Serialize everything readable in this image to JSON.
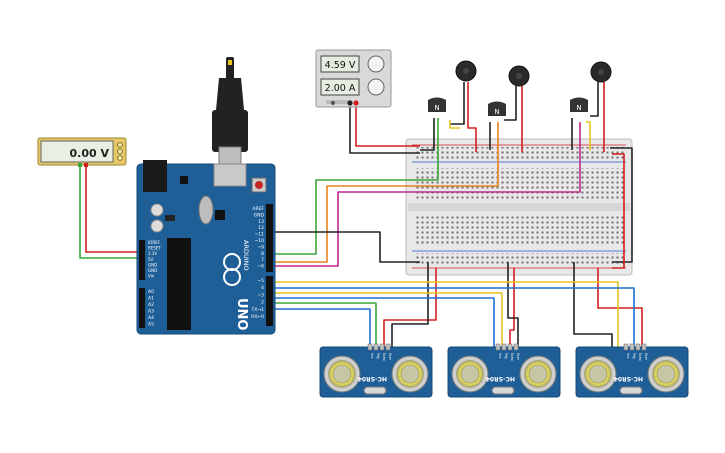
{
  "voltmeter": {
    "reading": "0.00 V"
  },
  "power_supply": {
    "voltage": "4.59 V",
    "current": "2.00 A"
  },
  "arduino": {
    "brand": "ARDUINO",
    "model": "UNO",
    "power_pins": [
      "IOREF",
      "RESET",
      "3.3V",
      "5V",
      "GND",
      "GND",
      "Vin"
    ],
    "analog_pins": [
      "A0",
      "A1",
      "A2",
      "A3",
      "A4",
      "A5"
    ],
    "digital_pins": [
      "AREF",
      "GND",
      "13",
      "12",
      "~11",
      "~10",
      "~9",
      "8",
      "7",
      "~6",
      "~5",
      "4",
      "~3",
      "2",
      "TX→1",
      "RX←0"
    ]
  },
  "transistors": [
    {
      "label": "N"
    },
    {
      "label": "N"
    },
    {
      "label": "N"
    }
  ],
  "sensors": [
    {
      "label": "HC-SR04",
      "pins": [
        "Vcc",
        "Trig",
        "Echo",
        "Gnd"
      ]
    },
    {
      "label": "HC-SR04",
      "pins": [
        "Vcc",
        "Trig",
        "Echo",
        "Gnd"
      ]
    },
    {
      "label": "HC-SR04",
      "pins": [
        "Vcc",
        "Trig",
        "Echo",
        "Gnd"
      ]
    }
  ],
  "colors": {
    "board": "#1f5f98",
    "wire_red": "#d41e1e",
    "wire_black": "#222222",
    "wire_green": "#3aa63a",
    "wire_orange": "#e8821e",
    "wire_magenta": "#c0288c",
    "wire_yellow": "#e8c21e",
    "wire_blue": "#1e6fd4",
    "breadboard": "#e6e6e6"
  }
}
